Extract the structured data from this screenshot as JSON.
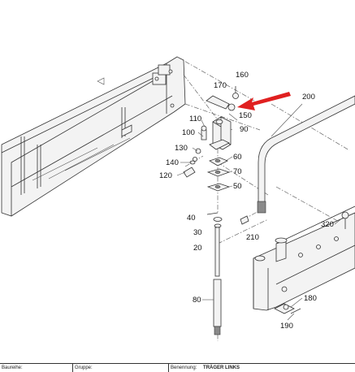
{
  "labels": {
    "p160": "160",
    "p170": "170",
    "p150": "150",
    "p200": "200",
    "p110": "110",
    "p90": "90",
    "p100": "100",
    "p130": "130",
    "p60": "60",
    "p140": "140",
    "p70": "70",
    "p120": "120",
    "p50": "50",
    "p40": "40",
    "p320": "320",
    "p30": "30",
    "p210": "210",
    "p20": "20",
    "p80": "80",
    "p180": "180",
    "p190": "190"
  },
  "colors": {
    "arrow": "#e02020",
    "lines": "#333333"
  },
  "titleblock": {
    "baureihe_label": "Baureihe:",
    "gruppe_label": "Gruppe:",
    "benennung_label": "Benennung:",
    "benennung_value": "TRÄGER LINKS"
  }
}
